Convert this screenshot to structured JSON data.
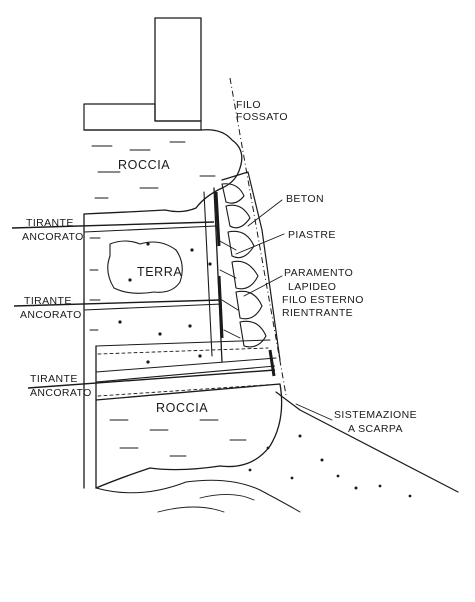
{
  "labels": {
    "filo_fossato_1": "FILO",
    "filo_fossato_2": "FOSSATO",
    "roccia_top": "ROCCIA",
    "beton": "BETON",
    "piastre": "PIASTRE",
    "paramento_1": "PARAMENTO",
    "paramento_2": "LAPIDEO",
    "paramento_3": "FILO ESTERNO",
    "paramento_4": "RIENTRANTE",
    "terra": "TERRA",
    "tirante_1a": "TIRANTE",
    "tirante_1b": "ANCORATO",
    "tirante_2a": "TIRANTE",
    "tirante_2b": "ANCORATO",
    "tirante_3a": "TIRANTE",
    "tirante_3b": "ANCORATO",
    "roccia_bottom": "ROCCIA",
    "sistemazione_1": "SISTEMAZIONE",
    "sistemazione_2": "A SCARPA"
  },
  "colors": {
    "ink": "#1a1a1a",
    "paper": "#ffffff"
  }
}
